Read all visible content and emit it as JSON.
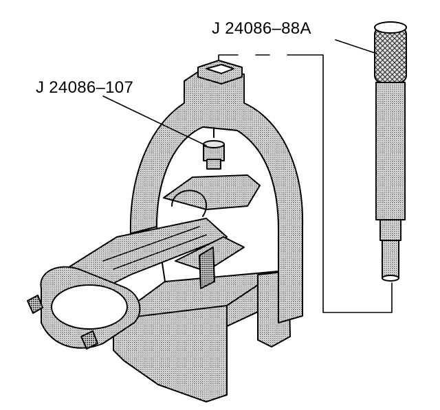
{
  "labels": {
    "tool_a": "J 24086–88A",
    "tool_b": "J 24086–107"
  },
  "icons": [
    "connecting-rod",
    "press-fixture",
    "pin-pilot",
    "installer-pin"
  ],
  "colors": {
    "ink": "#000000",
    "paper": "#ffffff",
    "shade": "#b8b8b8"
  }
}
